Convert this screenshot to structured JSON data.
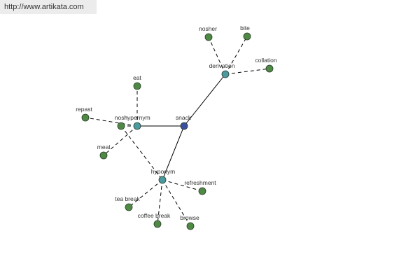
{
  "banner": {
    "url": "http://www.artikata.com"
  },
  "colors": {
    "root": "#3b4f9e",
    "relation": "#4a9aa0",
    "word": "#4f8a45",
    "node_stroke": "#2a3a2a",
    "edge": "#000000"
  },
  "graph": {
    "root": {
      "id": "snack",
      "label": "snack"
    },
    "relations": [
      {
        "id": "derivation",
        "label": "derivation"
      },
      {
        "id": "hypernym",
        "label": "hypernym"
      },
      {
        "id": "hyponym",
        "label": "hyponym"
      }
    ],
    "words": [
      {
        "id": "nosher",
        "label": "nosher",
        "relation": "derivation"
      },
      {
        "id": "bite",
        "label": "bite",
        "relation": "derivation"
      },
      {
        "id": "collation",
        "label": "collation",
        "relation": "derivation"
      },
      {
        "id": "eat",
        "label": "eat",
        "relation": "hypernym"
      },
      {
        "id": "nosh",
        "label": "nosh",
        "relation": "hypernym"
      },
      {
        "id": "repast",
        "label": "repast",
        "relation": "hypernym"
      },
      {
        "id": "meal",
        "label": "meal",
        "relation": "hypernym"
      },
      {
        "id": "refreshment",
        "label": "refreshment",
        "relation": "hyponym"
      },
      {
        "id": "tea_break",
        "label": "tea break",
        "relation": "hyponym"
      },
      {
        "id": "coffee_break",
        "label": "coffee break",
        "relation": "hyponym"
      },
      {
        "id": "browse",
        "label": "browse",
        "relation": "hyponym"
      }
    ],
    "extra_dashed_edges": [
      {
        "from": "nosh",
        "to": "hyponym"
      }
    ]
  }
}
